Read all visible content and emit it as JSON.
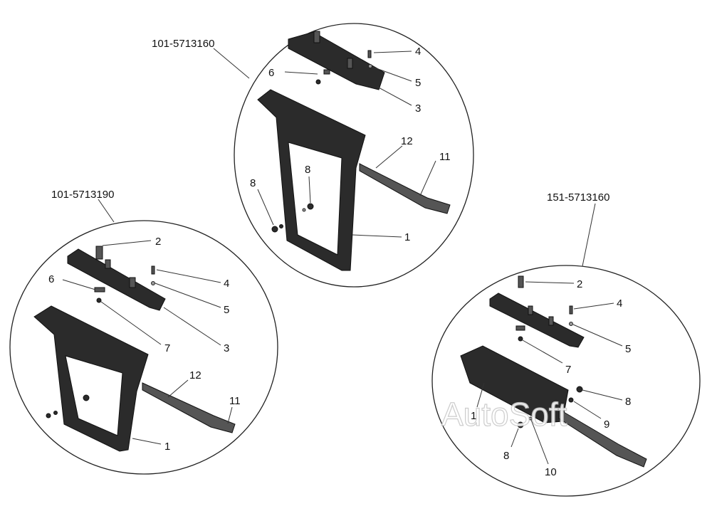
{
  "watermark": "AutoSoft",
  "assemblies": [
    {
      "code": "101-5713160",
      "labels": [
        "4",
        "6",
        "5",
        "3",
        "12",
        "11",
        "8",
        "8",
        "1"
      ]
    },
    {
      "code": "101-5713190",
      "labels": [
        "2",
        "4",
        "6",
        "5",
        "7",
        "3",
        "12",
        "11",
        "1"
      ]
    },
    {
      "code": "151-5713160",
      "labels": [
        "2",
        "4",
        "5",
        "7",
        "8",
        "1",
        "9",
        "8",
        "10"
      ]
    }
  ]
}
